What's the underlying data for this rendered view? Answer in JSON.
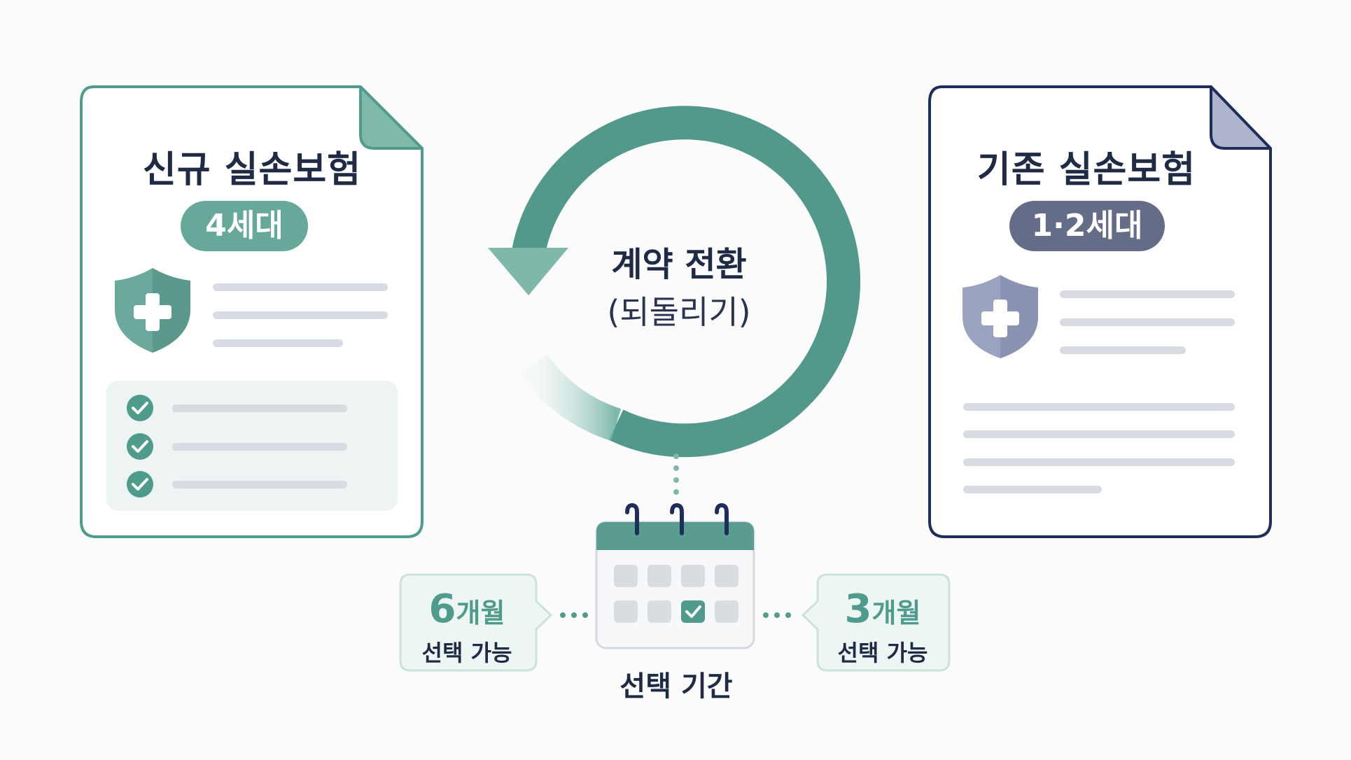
{
  "new_insurance": {
    "title": "신규 실손보험",
    "generation": "4세대"
  },
  "old_insurance": {
    "title": "기존 실손보험",
    "generation": "1·2세대"
  },
  "cycle": {
    "title": "계약 전환",
    "subtitle": "(되돌리기)"
  },
  "option_left": {
    "number": "6",
    "unit": "개월",
    "desc": "선택 가능"
  },
  "option_right": {
    "number": "3",
    "unit": "개월",
    "desc": "선택 가능"
  },
  "calendar": {
    "label": "선택 기간"
  },
  "colors": {
    "teal": "#4f9b8c",
    "navy": "#1f2d5c",
    "slate": "#6a7390"
  },
  "icons": [
    "shield-plus-icon",
    "check-circle-icon",
    "refresh-arrow-icon",
    "calendar-icon"
  ]
}
